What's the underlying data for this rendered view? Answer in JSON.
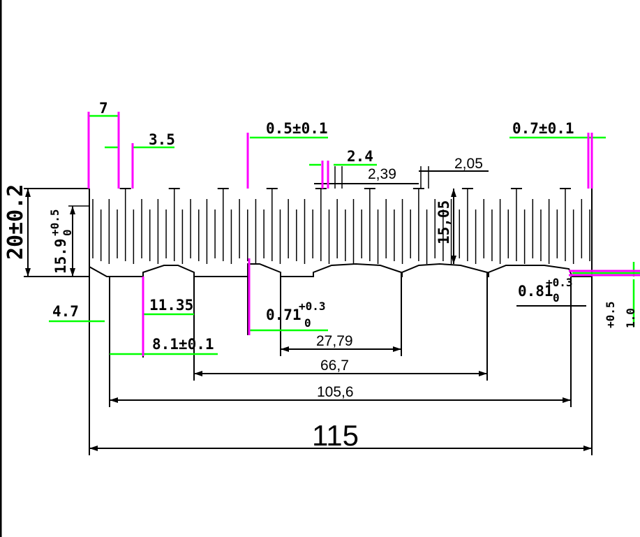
{
  "colors": {
    "outline": "#000000",
    "extension_green": "#00ff00",
    "highlight_magenta": "#ff00ff",
    "background": "#ffffff"
  },
  "dimensions": {
    "fin_pitch": "7",
    "fin_gap": "3.5",
    "fin_tip_thickness": "0.5±0.1",
    "end_fin_thickness": "0.7±0.1",
    "small_gap": "2.4",
    "gap_2_39": "2,39",
    "gap_2_05": "2,05",
    "fin_height": "15,05",
    "overall_height": "20±0.2",
    "inner_height_base": "15.9",
    "inner_height_tol_upper": "+0.5",
    "inner_height_tol_lower": "0",
    "edge_offset": "4.7",
    "groove_pos": "11.35",
    "groove_width": "8.1±0.1",
    "base_thickness": "0.71",
    "base_thickness_tol_upper": "+0.3",
    "base_thickness_tol_lower": "0",
    "span_27_79": "27,79",
    "span_66_7": "66,7",
    "span_105_6": "105,6",
    "overall_width": "115",
    "lip_thickness": "0.81",
    "lip_tol_upper": "+0.3",
    "lip_tol_lower": "0",
    "right_height": "1.0",
    "right_height_tol": "+0.5"
  }
}
